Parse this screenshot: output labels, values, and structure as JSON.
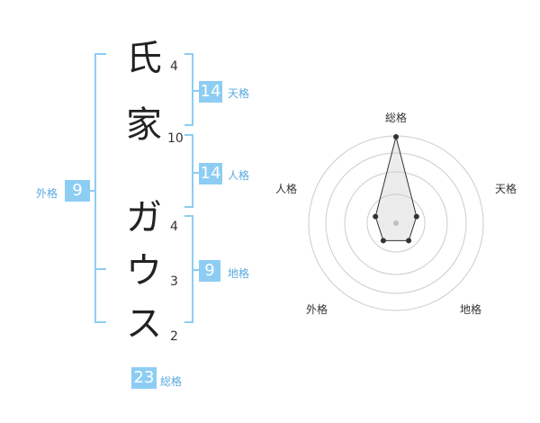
{
  "name": {
    "characters": [
      {
        "char": "氏",
        "strokes": "4"
      },
      {
        "char": "家",
        "strokes": "10"
      },
      {
        "char": "ガ",
        "strokes": "4"
      },
      {
        "char": "ウ",
        "strokes": "3"
      },
      {
        "char": "ス",
        "strokes": "2"
      }
    ]
  },
  "grids": {
    "tenkaku": {
      "label": "天格",
      "value": "14"
    },
    "jinkaku": {
      "label": "人格",
      "value": "14"
    },
    "chikaku": {
      "label": "地格",
      "value": "9"
    },
    "gaikaku": {
      "label": "外格",
      "value": "9"
    },
    "soukaku": {
      "label": "総格",
      "value": "23"
    }
  },
  "radar": {
    "axes": [
      "総格",
      "天格",
      "地格",
      "外格",
      "人格"
    ],
    "levels": 4,
    "values": [
      4,
      1,
      1,
      1,
      1
    ],
    "accent": "#8dcdf3"
  }
}
